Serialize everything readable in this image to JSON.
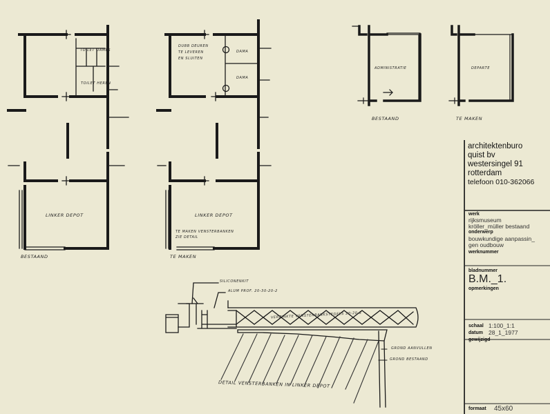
{
  "plans": {
    "bestaand": {
      "room_label": "LINKER DEPOT",
      "toilet_heren": "TOILET HEREN",
      "toilet_dames": "TOILET DAMES",
      "caption": "BESTAAND"
    },
    "te_maken": {
      "note_deuren": [
        "DUBB DEUREN",
        "TE LEVEREN",
        "EN SLUITEN"
      ],
      "dame_1": "DAMA",
      "dame_2": "DAMA",
      "room_label": "LINKER DEPOT",
      "note_vensterbanken": [
        "TE MAKEN VENSTERBANKEN",
        "ZIE DETAIL"
      ],
      "caption": "TE MAKEN"
    }
  },
  "small_plans": {
    "left": {
      "room_label": "ADMINISTRATIE",
      "caption": "BESTAAND"
    },
    "right": {
      "room_label": "DEPARTE",
      "caption": "TE MAKEN"
    }
  },
  "detail": {
    "label_siliconen": "SILICONENKIT",
    "label_alum": "ALUM PROF. 20-30-20-2",
    "label_vensterbank": "VERZINKTE VENSTERBANKSTEGELS 20-20-2",
    "label_grond_aanvullen": "GROND AANVULLEN",
    "label_grond_bestaand": "GROND BESTAAND",
    "caption": "DETAIL VENSTERBANKEN IN LINKER DEPOT"
  },
  "title_block": {
    "firm": [
      "architektenburo",
      "quist bv",
      "westersingel 91",
      "rotterdam",
      "telefoon 010-362066"
    ],
    "werk_key": "werk",
    "werk_lines": [
      "rijksmuseum",
      "kröller_müller  bestaand"
    ],
    "onderwerp_key": "onderwerp",
    "onderwerp_lines": [
      "bouwkundige aanpassin_",
      "gen  oudbouw"
    ],
    "werknummer_key": "werknummer",
    "bladnummer_key": "bladnummer",
    "bladnummer": "B.M._1.",
    "opmerkingen_key": "opmerkingen",
    "schaal_key": "schaal",
    "schaal": "1:100_1:1",
    "datum_key": "datum",
    "datum": "28_1_1977",
    "gewijzigd_key": "gewijzigd",
    "formaat_key": "formaat",
    "formaat": "45x60"
  },
  "colors": {
    "paper": "#ece9d3",
    "ink": "#1a1a1a"
  }
}
